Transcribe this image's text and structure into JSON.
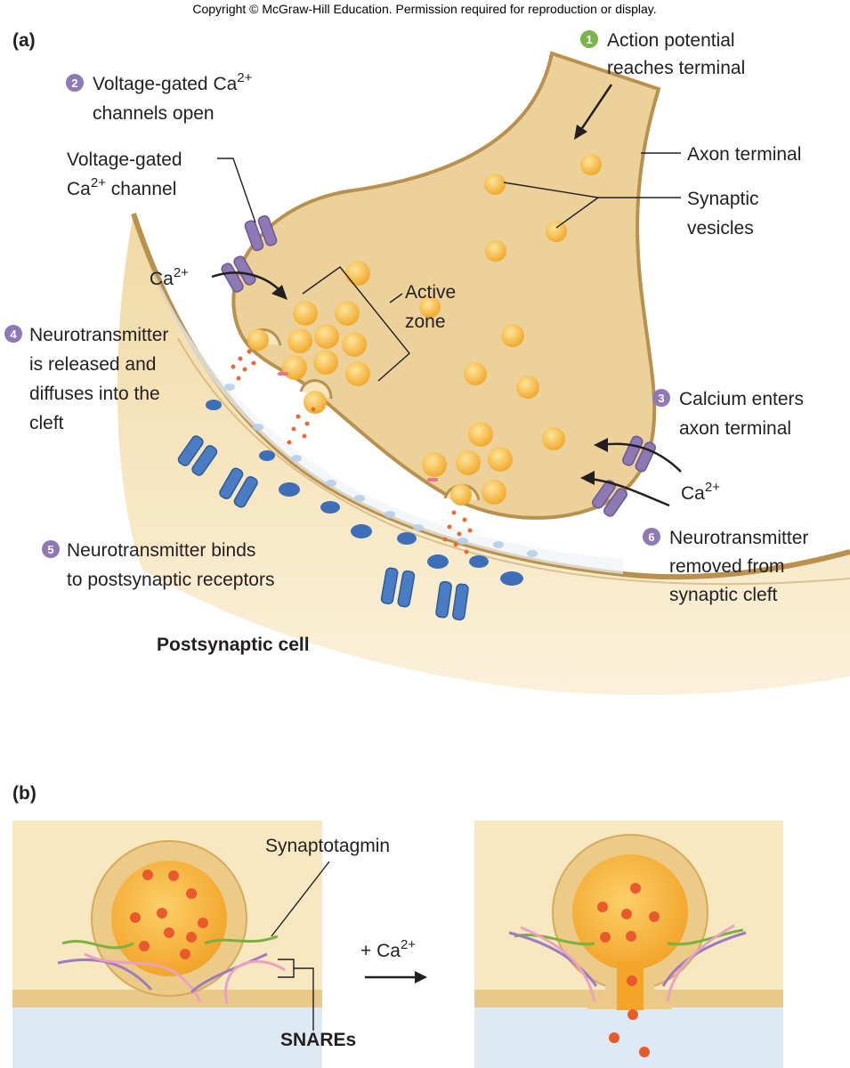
{
  "copyright": "Copyright © McGraw-Hill Education. Permission required for reproduction or display.",
  "panel_a": {
    "letter": "(a)",
    "steps": [
      {
        "num": "1",
        "color": "#7ab648",
        "line1": "Action potential",
        "line2": "reaches terminal"
      },
      {
        "num": "2",
        "color": "#8e79b5",
        "line1": "Voltage-gated Ca",
        "line1_sup": "2+",
        "line2": "channels open"
      },
      {
        "num": "3",
        "color": "#8e79b5",
        "line1": "Calcium enters",
        "line2": "axon terminal"
      },
      {
        "num": "4",
        "color": "#8e79b5",
        "line1": "Neurotransmitter",
        "line2": "is released and",
        "line3": "diffuses into the",
        "line4": "cleft"
      },
      {
        "num": "5",
        "color": "#8e79b5",
        "line1": "Neurotransmitter binds",
        "line2": "to postsynaptic receptors"
      },
      {
        "num": "6",
        "color": "#8e79b5",
        "line1": "Neurotransmitter",
        "line2": "removed from",
        "line3": "synaptic cleft"
      }
    ],
    "labels": {
      "channel_line1": "Voltage-gated",
      "channel_line2_base": "Ca",
      "channel_line2_sup": "2+",
      "channel_line2_rest": " channel",
      "ca_left_base": "Ca",
      "ca_left_sup": "2+",
      "ca_right_base": "Ca",
      "ca_right_sup": "2+",
      "active_zone_line1": "Active",
      "active_zone_line2": "zone",
      "axon_terminal": "Axon terminal",
      "synaptic_vesicles_line1": "Synaptic",
      "synaptic_vesicles_line2": "vesicles",
      "postsynaptic_cell": "Postsynaptic cell"
    }
  },
  "panel_b": {
    "letter": "(b)",
    "synaptotagmin": "Synaptotagmin",
    "snares": "SNAREs",
    "plus_ca_base": "+ Ca",
    "plus_ca_sup": "2+"
  },
  "colors": {
    "cytoplasm": "#ecd19a",
    "cytoplasm_light": "#f6e6bd",
    "membrane": "#b8914e",
    "vesicle": "#f6b73c",
    "vesicle_edge": "#e09a22",
    "receptor": "#4a7cc4",
    "ca_channel": "#8e79b5",
    "transmitter_dot": "#e8693a",
    "cleft_fluid": "#dde9f3"
  }
}
